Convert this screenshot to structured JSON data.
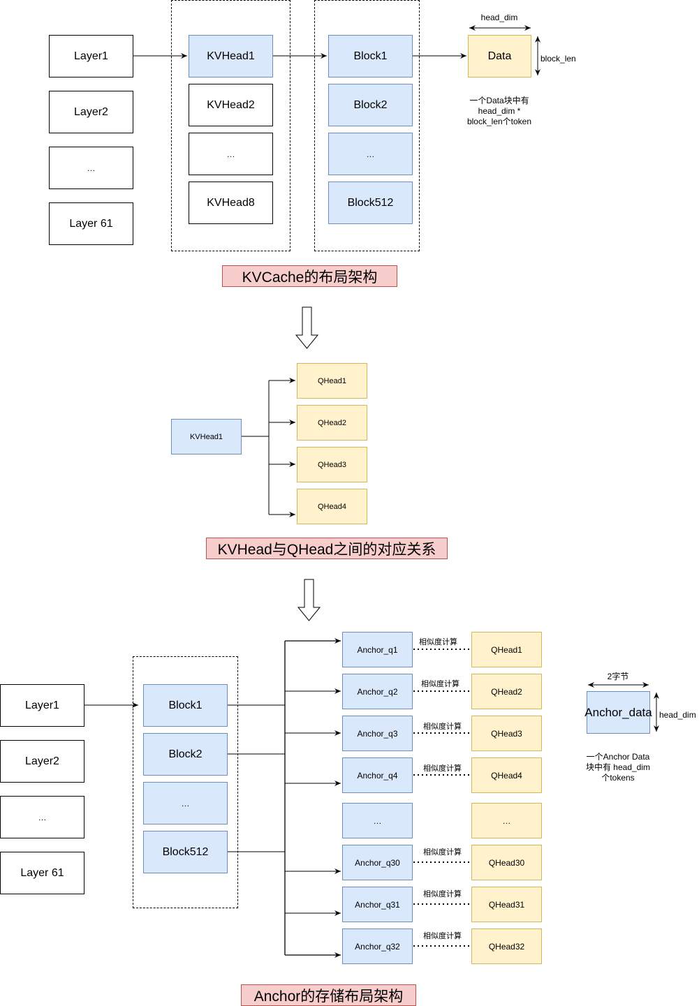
{
  "section1": {
    "layers": [
      "Layer1",
      "Layer2",
      "…",
      "Layer 61"
    ],
    "kvheads": [
      "KVHead1",
      "KVHead2",
      "…",
      "KVHead8"
    ],
    "blocks": [
      "Block1",
      "Block2",
      "…",
      "Block512"
    ],
    "data_box": "Data",
    "head_dim_label": "head_dim",
    "block_len_label": "block_len",
    "data_note": [
      "一个Data块中有",
      "head_dim *",
      "block_len个token"
    ],
    "caption": "KVCache的布局架构"
  },
  "section2": {
    "kvhead": "KVHead1",
    "qheads": [
      "QHead1",
      "QHead2",
      "QHead3",
      "QHead4"
    ],
    "caption": "KVHead与QHead之间的对应关系"
  },
  "section3": {
    "layers": [
      "Layer1",
      "Layer2",
      "…",
      "Layer 61"
    ],
    "blocks": [
      "Block1",
      "Block2",
      "…",
      "Block512"
    ],
    "anchors": [
      "Anchor_q1",
      "Anchor_q2",
      "Anchor_q3",
      "Anchor_q4",
      "…",
      "Anchor_q30",
      "Anchor_q31",
      "Anchor_q32"
    ],
    "qheads": [
      "QHead1",
      "QHead2",
      "QHead3",
      "QHead4",
      "…",
      "QHead30",
      "QHead31",
      "QHead32"
    ],
    "similarity_label": "相似度计算",
    "anchor_data_box": "Anchor_data",
    "bytes_label": "2字节",
    "head_dim_label": "head_dim",
    "anchor_note": [
      "一个Anchor Data",
      "块中有 head_dim",
      "个tokens"
    ],
    "caption": "Anchor的存储布局架构"
  },
  "colors": {
    "blue_fill": "#dae8fc",
    "blue_stroke": "#6c8ebf",
    "yellow_fill": "#fff2cc",
    "yellow_stroke": "#d6b656",
    "caption_fill": "#f8cecc",
    "caption_stroke": "#b85450"
  }
}
